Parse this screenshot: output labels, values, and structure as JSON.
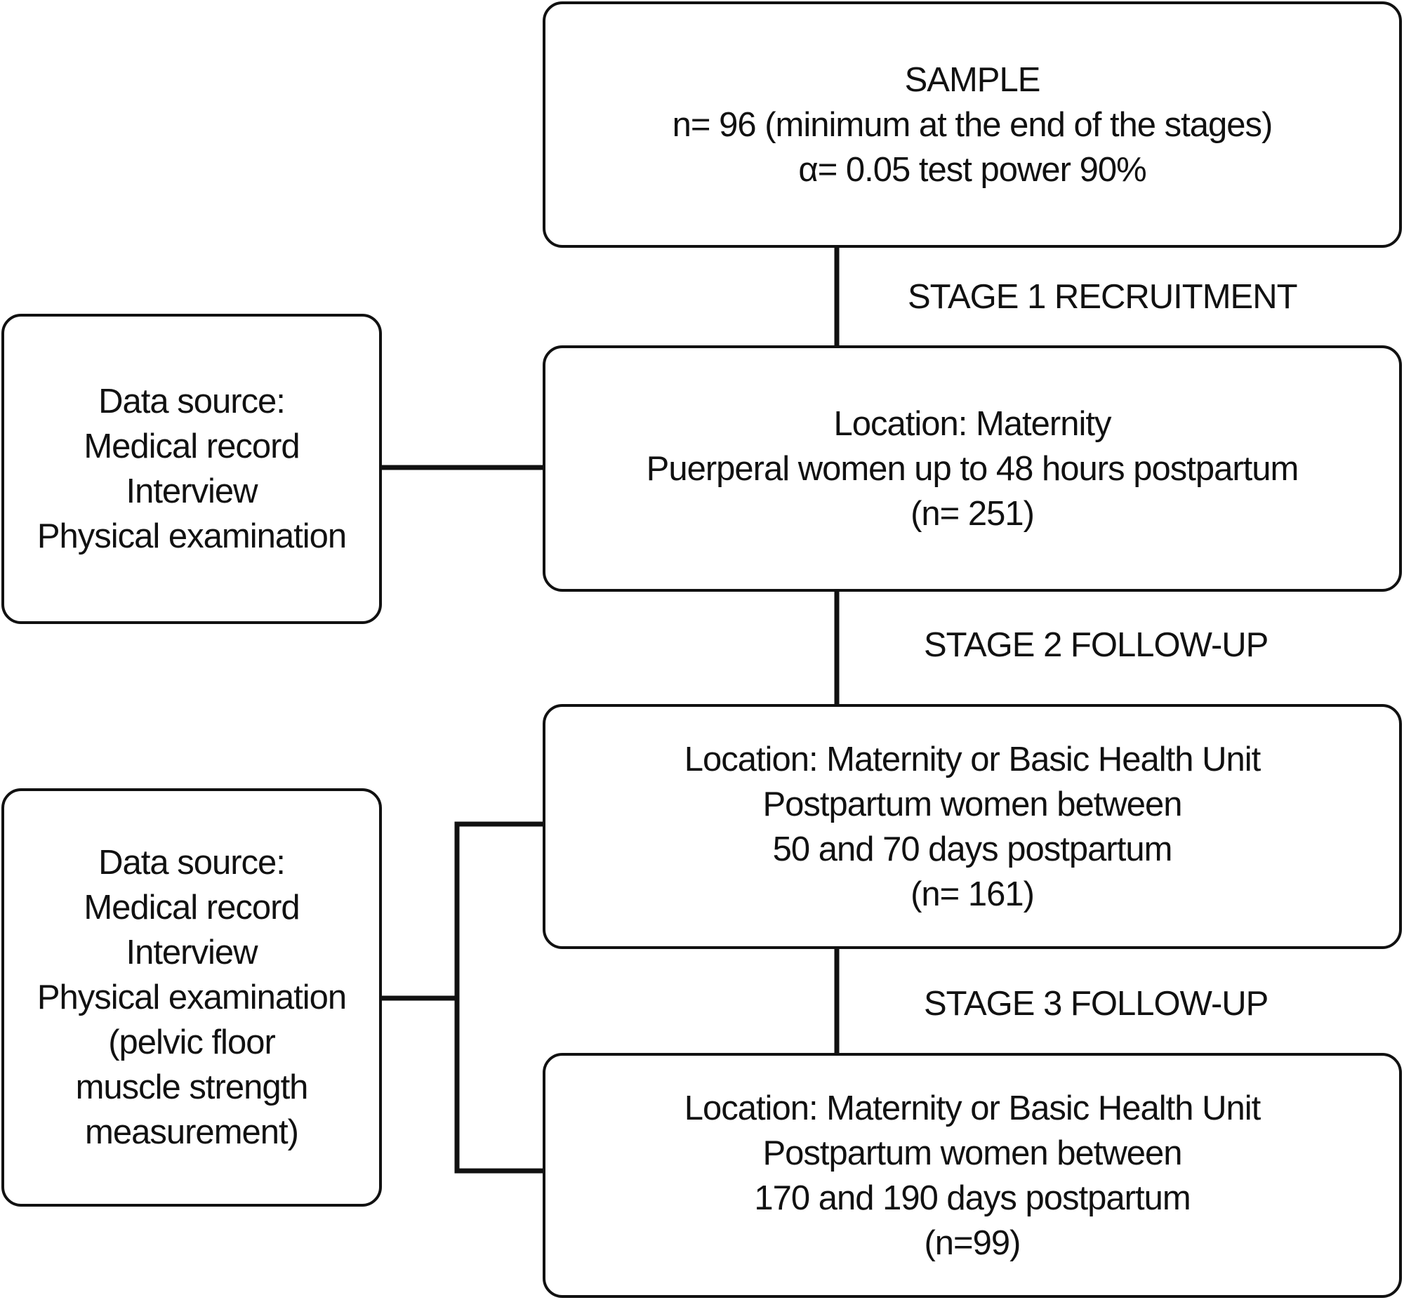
{
  "sample_box": {
    "lines": [
      "SAMPLE",
      "n= 96 (minimum at the end of the stages)",
      "α= 0.05 test power 90%"
    ]
  },
  "stage1": {
    "label": "STAGE 1 RECRUITMENT",
    "lines": [
      "Location: Maternity",
      "Puerperal women up to 48 hours postpartum",
      "(n= 251)"
    ]
  },
  "stage2": {
    "label": "STAGE 2 FOLLOW-UP",
    "lines": [
      "Location: Maternity or Basic Health Unit",
      "Postpartum women between",
      "50 and 70 days postpartum",
      "(n= 161)"
    ]
  },
  "stage3": {
    "label": "STAGE 3 FOLLOW-UP",
    "lines": [
      "Location: Maternity or Basic Health Unit",
      "Postpartum women between",
      "170 and 190 days postpartum",
      "(n=99)"
    ]
  },
  "data_source_1": {
    "lines": [
      "Data source:",
      "Medical record",
      "Interview",
      "Physical examination"
    ]
  },
  "data_source_2": {
    "lines": [
      "Data source:",
      "Medical record",
      "Interview",
      "Physical examination",
      "(pelvic floor",
      "muscle strength",
      "measurement)"
    ]
  },
  "colors": {
    "stroke": "#111111",
    "background": "#ffffff"
  }
}
